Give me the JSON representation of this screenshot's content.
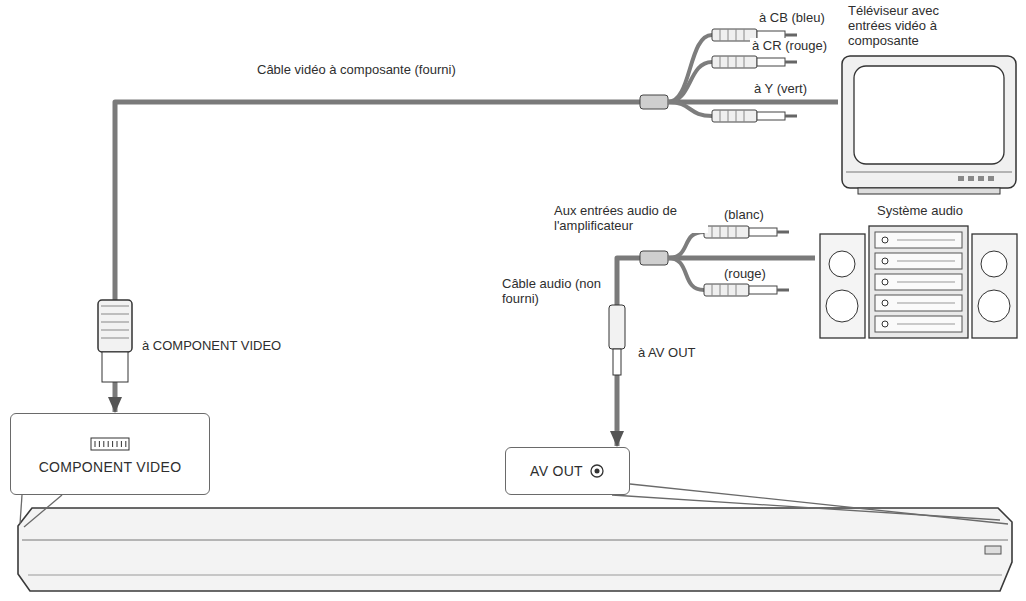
{
  "diagram": {
    "nodes": [
      {
        "text": [
          "COMPONENT VIDEO"
        ]
      },
      {
        "text": [
          "AV OUT"
        ]
      },
      {
        "text": [
          "Téléviseur avec entrées vidéo à composante"
        ]
      },
      {
        "text": [
          "Système audio"
        ]
      }
    ],
    "edges": [
      {
        "from": 2,
        "to": 0,
        "arrow": "to",
        "label": "Câble vidéo à composante (fourni)"
      },
      {
        "from": 3,
        "to": 1,
        "arrow": "to",
        "label": "Câble audio (non fourni)"
      }
    ],
    "labels": [
      "à CB (bleu)",
      "à CR (rouge)",
      "à Y (vert)",
      "Aux entrées audio de l'amplificateur",
      "(blanc)",
      "(rouge)",
      "à COMPONENT VIDEO",
      "à AV OUT"
    ]
  }
}
